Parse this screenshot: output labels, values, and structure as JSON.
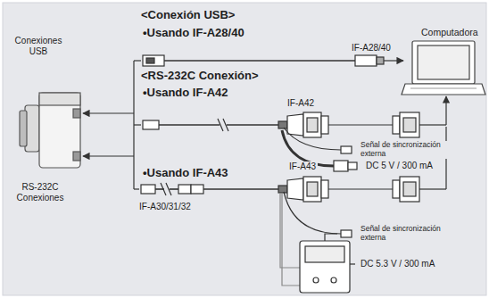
{
  "diagram": {
    "labels": [
      "<Conexión USB>",
      "•Usando IF-A28/40",
      "IF-A28/40",
      "Computadora",
      "Conexiones USB",
      "<RS-232C Conexión>",
      "•Usando IF-A42",
      "IF-A42",
      "RS-232C Conexiones",
      "Señal de sincronización externa",
      "DC 5 V / 300 mA",
      "•Usando IF-A43",
      "IF-A43",
      "IF-A30/31/32",
      "Señal de sincronización externa",
      "DC 5.3 V / 300 mA"
    ]
  }
}
